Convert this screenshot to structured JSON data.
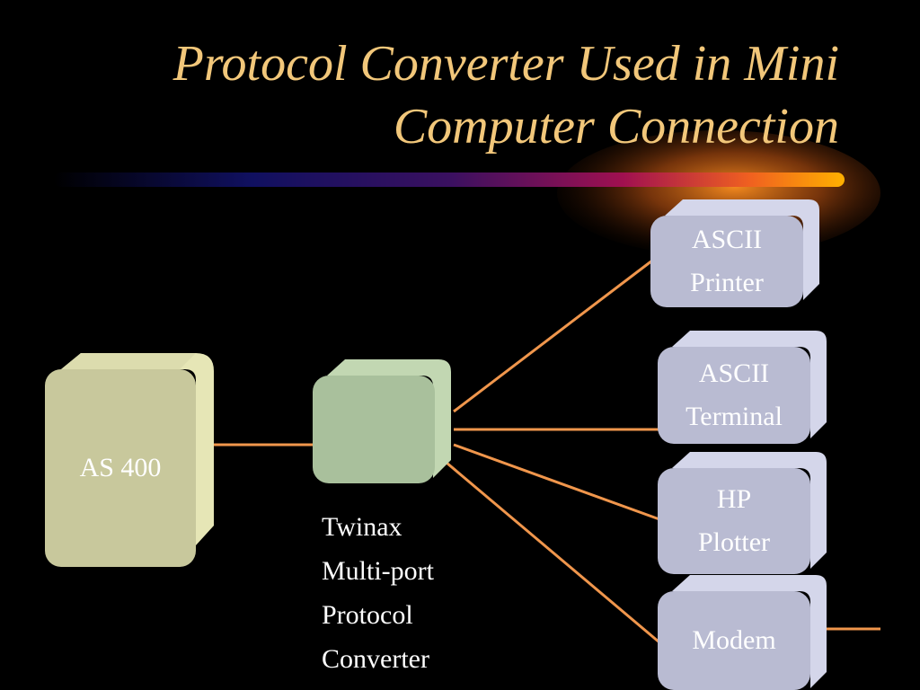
{
  "slide": {
    "title_line1": "Protocol Converter Used in Mini",
    "title_line2": "Computer Connection"
  },
  "nodes": {
    "as400": {
      "label": "AS 400"
    },
    "converter": {
      "label": ""
    },
    "converter_caption": [
      "Twinax",
      "Multi-port",
      "Protocol",
      "Converter"
    ],
    "ascii_printer": {
      "line1": "ASCII",
      "line2": "Printer"
    },
    "ascii_terminal": {
      "line1": "ASCII",
      "line2": "Terminal"
    },
    "hp_plotter": {
      "line1": "HP",
      "line2": "Plotter"
    },
    "modem": {
      "label": "Modem"
    }
  },
  "colors": {
    "background": "#000000",
    "title": "#f2c77a",
    "connector": "#f0964c",
    "as400_face": "#c8c89c",
    "converter_face": "#a9c09c",
    "device_face": "#b9bbd2"
  }
}
